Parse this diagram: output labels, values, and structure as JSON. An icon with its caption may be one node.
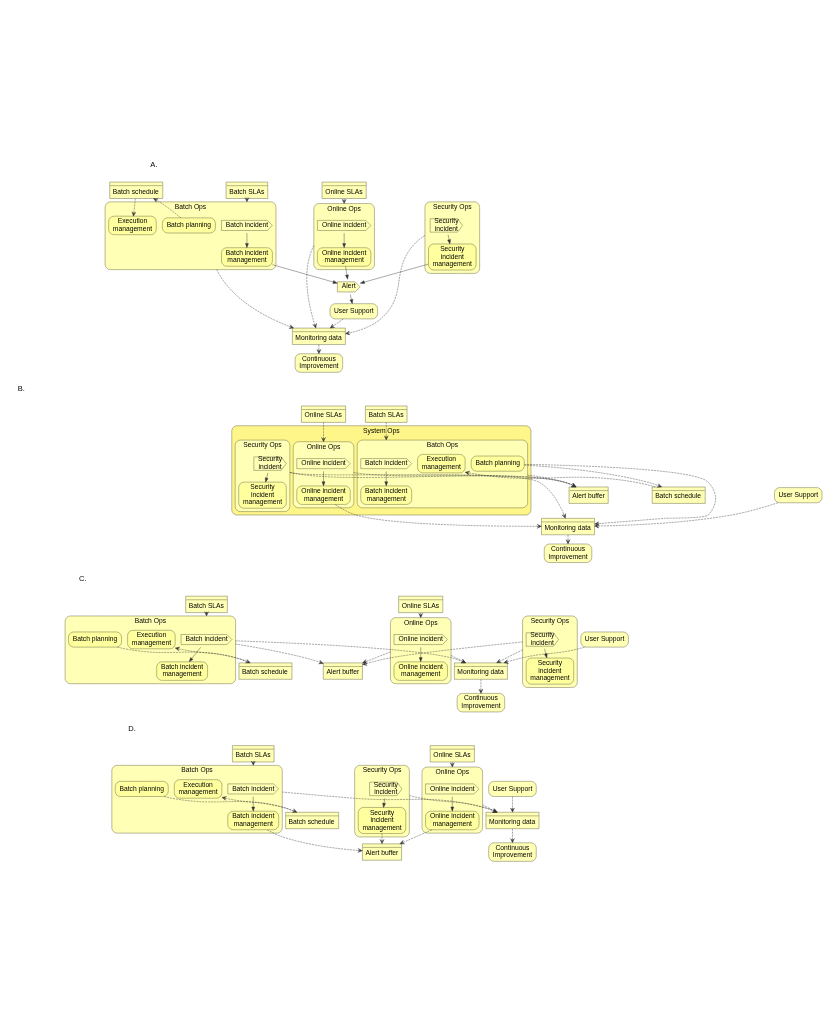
{
  "diagram": {
    "nodes": [
      {
        "text": [
          "Batch Ops"
        ]
      },
      {
        "text": [
          "Batch incident"
        ],
        "in": 0
      },
      {
        "text": [
          "Batch incident management"
        ],
        "in": 0
      },
      {
        "text": [
          "Batch planning"
        ],
        "in": 0
      },
      {
        "text": [
          "Execution management"
        ],
        "in": 0
      },
      {
        "text": [
          "Batch schedule"
        ]
      },
      {
        "text": [
          "Alert"
        ]
      },
      {
        "text": [
          "Online Ops"
        ]
      },
      {
        "text": [
          "Online incident"
        ],
        "in": 7
      },
      {
        "text": [
          "Online incident management"
        ],
        "in": 7
      },
      {
        "text": [
          "Security Ops"
        ]
      },
      {
        "text": [
          "Security incident"
        ],
        "in": 10
      },
      {
        "text": [
          "Security incident management"
        ],
        "in": 10
      },
      {
        "text": [
          "User Support"
        ]
      },
      {
        "text": [
          "Batch SLAs"
        ]
      },
      {
        "text": [
          "Online SLAs"
        ]
      },
      {
        "text": [
          "Monitoring data"
        ]
      },
      {
        "text": [
          "Continuous Improvement"
        ]
      },
      {
        "text": [
          "System Ops"
        ]
      },
      {
        "text": [
          "Batch Ops"
        ],
        "in": 18
      },
      {
        "text": [
          "Batch incident"
        ],
        "in": 19
      },
      {
        "text": [
          "Batch incident management"
        ],
        "in": 19
      },
      {
        "text": [
          "Batch planning"
        ],
        "in": 19
      },
      {
        "text": [
          "Execution management"
        ],
        "in": 19
      },
      {
        "text": [
          "Batch schedule"
        ]
      },
      {
        "text": [
          "Alert buffer"
        ]
      },
      {
        "text": [
          "Online Ops"
        ],
        "in": 18
      },
      {
        "text": [
          "Online incident"
        ],
        "in": 26
      },
      {
        "text": [
          "Online incident management"
        ],
        "in": 26
      },
      {
        "text": [
          "Security Ops"
        ],
        "in": 18
      },
      {
        "text": [
          "Security incident"
        ],
        "in": 29
      },
      {
        "text": [
          "Security incident management"
        ],
        "in": 29
      },
      {
        "text": [
          "User Support"
        ]
      },
      {
        "text": [
          "Batch SLAs"
        ]
      },
      {
        "text": [
          "Online SLAs"
        ]
      },
      {
        "text": [
          "Monitoring data"
        ]
      },
      {
        "text": [
          "Continuous Improvement"
        ]
      },
      {
        "text": [
          "Batch Ops"
        ]
      },
      {
        "text": [
          "Batch incident"
        ],
        "in": 37
      },
      {
        "text": [
          "Batch incident management"
        ],
        "in": 37
      },
      {
        "text": [
          "Batch planning"
        ],
        "in": 37
      },
      {
        "text": [
          "Execution management"
        ],
        "in": 37
      },
      {
        "text": [
          "Batch schedule"
        ]
      },
      {
        "text": [
          "Alert buffer"
        ]
      },
      {
        "text": [
          "Online Ops"
        ]
      },
      {
        "text": [
          "Online incident"
        ],
        "in": 44
      },
      {
        "text": [
          "Online incident management"
        ],
        "in": 44
      },
      {
        "text": [
          "Security Ops"
        ]
      },
      {
        "text": [
          "Security incident"
        ],
        "in": 47
      },
      {
        "text": [
          "Security incident management"
        ],
        "in": 47
      },
      {
        "text": [
          "User Support"
        ]
      },
      {
        "text": [
          "Batch SLAs"
        ]
      },
      {
        "text": [
          "Online SLAs"
        ]
      },
      {
        "text": [
          "Monitoring data"
        ]
      },
      {
        "text": [
          "Continuous Improvement"
        ]
      },
      {
        "text": [
          "Batch Ops"
        ]
      },
      {
        "text": [
          "Batch incident"
        ],
        "in": 55
      },
      {
        "text": [
          "Batch incident management"
        ],
        "in": 55
      },
      {
        "text": [
          "Batch planning"
        ],
        "in": 55
      },
      {
        "text": [
          "Execution management"
        ],
        "in": 55
      },
      {
        "text": [
          "Batch schedule"
        ]
      },
      {
        "text": [
          "Alert buffer"
        ]
      },
      {
        "text": [
          "Online Ops"
        ]
      },
      {
        "text": [
          "Online incident"
        ],
        "in": 62
      },
      {
        "text": [
          "Online incident management"
        ],
        "in": 62
      },
      {
        "text": [
          "Security Ops"
        ]
      },
      {
        "text": [
          "Security incident"
        ],
        "in": 65
      },
      {
        "text": [
          "Security incident management"
        ],
        "in": 65
      },
      {
        "text": [
          "User Support"
        ]
      },
      {
        "text": [
          "Batch SLAs"
        ]
      },
      {
        "text": [
          "Online SLAs"
        ]
      },
      {
        "text": [
          "Monitoring data"
        ]
      },
      {
        "text": [
          "Continuous Improvement"
        ]
      }
    ],
    "edges": [
      {
        "from": 1,
        "to": 2,
        "arrow": "to"
      },
      {
        "from": 3,
        "to": 5,
        "arrow": "to",
        "style": "dashed"
      },
      {
        "from": 5,
        "to": 4,
        "arrow": "to",
        "style": "dashed"
      },
      {
        "from": 2,
        "to": 6,
        "arrow": "to"
      },
      {
        "from": 9,
        "to": 6,
        "arrow": "to"
      },
      {
        "from": 12,
        "to": 6,
        "arrow": "to"
      },
      {
        "from": 6,
        "to": 13,
        "arrow": "to"
      },
      {
        "from": 8,
        "to": 9,
        "arrow": "to"
      },
      {
        "from": 11,
        "to": 12,
        "arrow": "to"
      },
      {
        "from": 14,
        "to": 0,
        "arrow": "to",
        "style": "dashed"
      },
      {
        "from": 15,
        "to": 7,
        "arrow": "to",
        "style": "dashed"
      },
      {
        "from": 7,
        "to": 16,
        "arrow": "to",
        "style": "dashed"
      },
      {
        "from": 10,
        "to": 16,
        "arrow": "to",
        "style": "dashed"
      },
      {
        "from": 13,
        "to": 16,
        "arrow": "to",
        "style": "dashed"
      },
      {
        "from": 0,
        "to": 16,
        "arrow": "to",
        "style": "dashed"
      },
      {
        "from": 16,
        "to": 17,
        "arrow": "to",
        "style": "dashed"
      },
      {
        "from": 20,
        "to": 21,
        "arrow": "to"
      },
      {
        "from": 27,
        "to": 28,
        "arrow": "to"
      },
      {
        "from": 30,
        "to": 31,
        "arrow": "to"
      },
      {
        "from": 22,
        "to": 24,
        "arrow": "to",
        "style": "dashed"
      },
      {
        "from": 24,
        "to": 23,
        "arrow": "to",
        "style": "dashed"
      },
      {
        "from": 19,
        "to": 25,
        "arrow": "to",
        "style": "dashed"
      },
      {
        "from": 26,
        "to": 25,
        "arrow": "to",
        "style": "dashed"
      },
      {
        "from": 29,
        "to": 25,
        "arrow": "to",
        "style": "dashed"
      },
      {
        "from": 33,
        "to": 19,
        "arrow": "to",
        "style": "dashed"
      },
      {
        "from": 34,
        "to": 26,
        "arrow": "to",
        "style": "dashed"
      },
      {
        "from": 28,
        "to": 35,
        "arrow": "to",
        "style": "dashed"
      },
      {
        "from": 29,
        "to": 35,
        "arrow": "to",
        "style": "dashed"
      },
      {
        "from": 32,
        "to": 35,
        "arrow": "to",
        "style": "dashed"
      },
      {
        "from": 22,
        "to": 35,
        "arrow": "to",
        "style": "dashed"
      },
      {
        "from": 35,
        "to": 36,
        "arrow": "to",
        "style": "dashed"
      },
      {
        "from": 38,
        "to": 39,
        "arrow": "to"
      },
      {
        "from": 45,
        "to": 46,
        "arrow": "to"
      },
      {
        "from": 48,
        "to": 49,
        "arrow": "to"
      },
      {
        "from": 40,
        "to": 42,
        "arrow": "to",
        "style": "dashed"
      },
      {
        "from": 42,
        "to": 41,
        "arrow": "to",
        "style": "dashed"
      },
      {
        "from": 37,
        "to": 43,
        "arrow": "to",
        "style": "dashed"
      },
      {
        "from": 44,
        "to": 43,
        "arrow": "to",
        "style": "dashed"
      },
      {
        "from": 47,
        "to": 43,
        "arrow": "to",
        "style": "dashed"
      },
      {
        "from": 51,
        "to": 37,
        "arrow": "to",
        "style": "dashed"
      },
      {
        "from": 52,
        "to": 44,
        "arrow": "to",
        "style": "dashed"
      },
      {
        "from": 44,
        "to": 53,
        "arrow": "to",
        "style": "dashed"
      },
      {
        "from": 47,
        "to": 53,
        "arrow": "to",
        "style": "dashed"
      },
      {
        "from": 50,
        "to": 53,
        "arrow": "to",
        "style": "dashed"
      },
      {
        "from": 37,
        "to": 53,
        "arrow": "to",
        "style": "dashed"
      },
      {
        "from": 53,
        "to": 54,
        "arrow": "to",
        "style": "dashed"
      },
      {
        "from": 56,
        "to": 57,
        "arrow": "to"
      },
      {
        "from": 63,
        "to": 64,
        "arrow": "to"
      },
      {
        "from": 66,
        "to": 67,
        "arrow": "to"
      },
      {
        "from": 58,
        "to": 60,
        "arrow": "to",
        "style": "dashed"
      },
      {
        "from": 60,
        "to": 59,
        "arrow": "to",
        "style": "dashed"
      },
      {
        "from": 57,
        "to": 61,
        "arrow": "to",
        "style": "dashed"
      },
      {
        "from": 64,
        "to": 61,
        "arrow": "to",
        "style": "dashed"
      },
      {
        "from": 67,
        "to": 61,
        "arrow": "to",
        "style": "dashed"
      },
      {
        "from": 69,
        "to": 55,
        "arrow": "to",
        "style": "dashed"
      },
      {
        "from": 70,
        "to": 62,
        "arrow": "to",
        "style": "dashed"
      },
      {
        "from": 62,
        "to": 71,
        "arrow": "to",
        "style": "dashed"
      },
      {
        "from": 65,
        "to": 71,
        "arrow": "to",
        "style": "dashed"
      },
      {
        "from": 68,
        "to": 71,
        "arrow": "to",
        "style": "dashed"
      },
      {
        "from": 55,
        "to": 71,
        "arrow": "to",
        "style": "dashed"
      },
      {
        "from": 71,
        "to": 72,
        "arrow": "to",
        "style": "dashed"
      }
    ],
    "labels": [
      "A.",
      "B.",
      "C.",
      "D."
    ]
  }
}
